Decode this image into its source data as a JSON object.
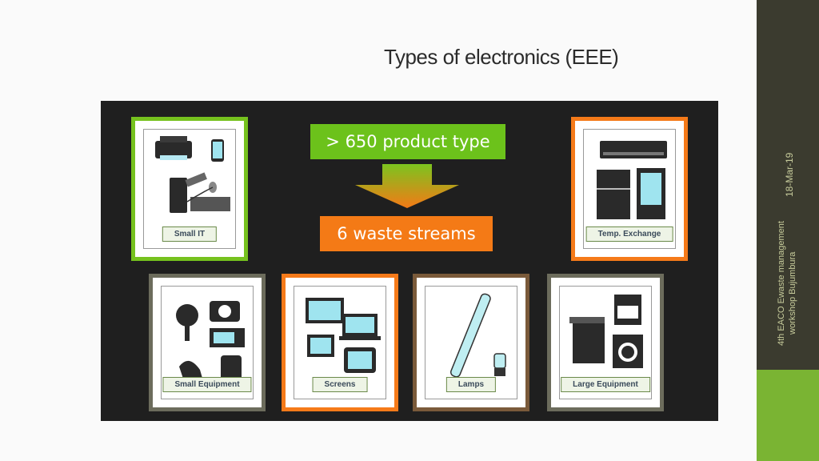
{
  "slide": {
    "title": "Types of electronics (EEE)"
  },
  "sidebar": {
    "date": "18-Mar-19",
    "event_line1": "4th EACO Ewaste management",
    "event_line2": "workshop Bujumbura"
  },
  "banners": {
    "top": "> 650 product type",
    "bottom": "6 waste streams"
  },
  "categories": [
    {
      "label": "Small IT",
      "icon": "printer-computer-phone-icon"
    },
    {
      "label": "Temp. Exchange",
      "icon": "fridge-aircon-icon"
    },
    {
      "label": "Small Equipment",
      "icon": "fan-camera-microwave-kettle-icon"
    },
    {
      "label": "Screens",
      "icon": "tv-laptop-icon"
    },
    {
      "label": "Lamps",
      "icon": "fluorescent-tube-bulb-icon"
    },
    {
      "label": "Large Equipment",
      "icon": "copier-stove-washer-icon"
    }
  ],
  "colors": {
    "green": "#76c21e",
    "orange": "#f57a19",
    "brown": "#7a5a3a",
    "sidebar": "#3b3b2f",
    "accent": "#7ab433"
  }
}
